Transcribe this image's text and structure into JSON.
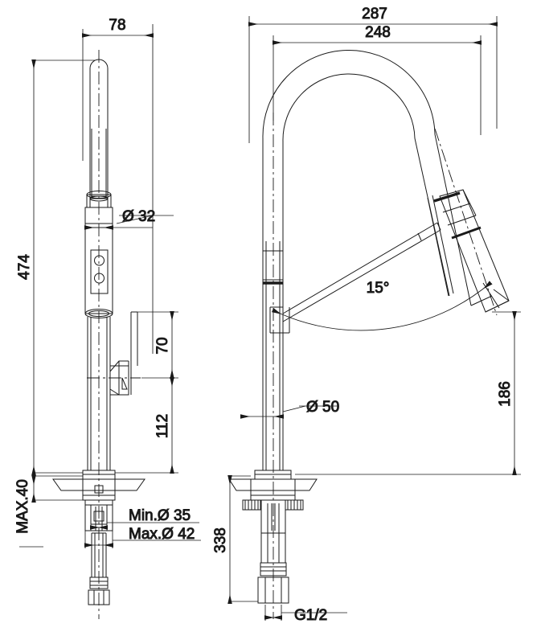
{
  "drawing": {
    "type": "technical-dimension-drawing",
    "subject": "pull-down kitchen mixer tap",
    "views": [
      {
        "name": "front-view",
        "position": "left"
      },
      {
        "name": "side-view",
        "position": "right"
      }
    ]
  },
  "dimensions": {
    "front": {
      "spout_width": "78",
      "total_height": "474",
      "handle_diameter": "Ø 32",
      "handle_to_axis": "70",
      "axis_to_deck": "112",
      "deck_thickness": "MAX.40",
      "hole_min": "Min.Ø 35",
      "hole_max": "Max.Ø 42"
    },
    "side": {
      "overall_reach": "287",
      "spout_reach": "248",
      "spray_angle": "15°",
      "spray_height": "186",
      "column_diameter": "Ø 50",
      "hose_length": "338",
      "thread_size": "G1/2"
    }
  },
  "colors": {
    "line": "#1a1a1a",
    "dimension": "#4a4a4a",
    "background": "#ffffff"
  }
}
